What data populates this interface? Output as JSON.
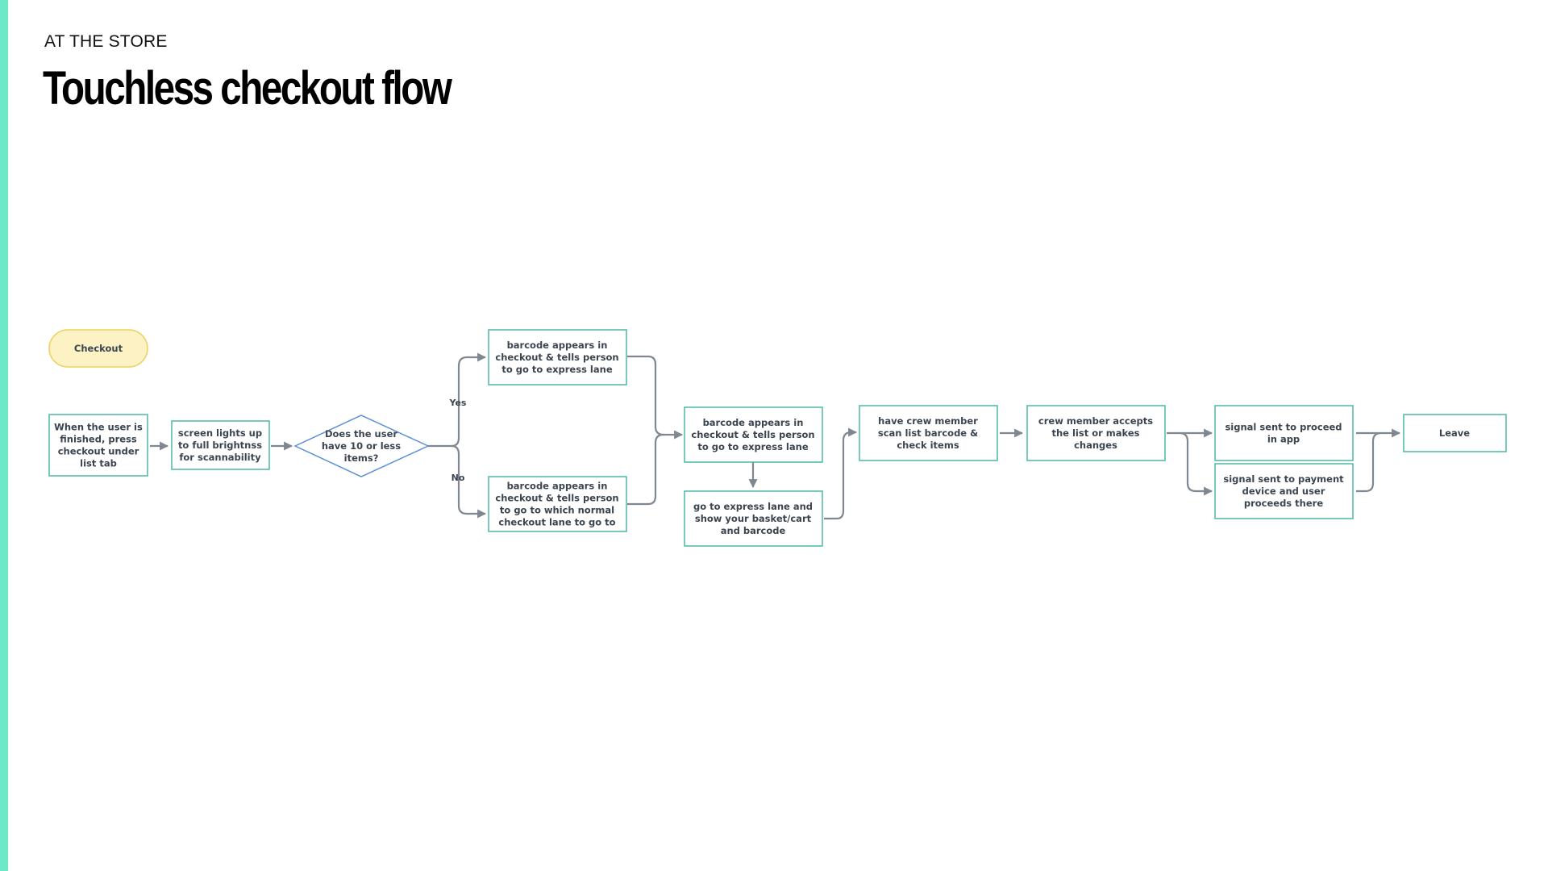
{
  "header": {
    "eyebrow": "AT THE STORE",
    "title": "Touchless checkout flow"
  },
  "colors": {
    "accent_bar": "#6ee9c7",
    "box_border": "#4db8a4",
    "decision_border": "#5b8fd6",
    "start_fill": "#fdf2c4",
    "start_border": "#f0cf5c",
    "connector": "#7f8891"
  },
  "nodes": {
    "start": "Checkout",
    "finished": "When the user is finished, press checkout under list tab",
    "brightness": "screen lights up to full brightnss for scannability",
    "decision": "Does the user have 10 or less items?",
    "express_barcode": "barcode appears in checkout & tells person to go to express lane",
    "normal_barcode": "barcode appears in checkout & tells person to go to which normal checkout lane to go to",
    "merged_barcode": "barcode appears in checkout & tells person to go to express lane",
    "express_lane": "go to express lane and show your basket/cart and barcode",
    "crew_scan": "have crew member scan list barcode & check items",
    "crew_accepts": "crew member accepts the list or makes changes",
    "signal_app": "signal sent to proceed in app",
    "signal_device": "signal sent to payment device and user proceeds there",
    "leave": "Leave"
  },
  "edge_labels": {
    "yes": "Yes",
    "no": "No"
  }
}
